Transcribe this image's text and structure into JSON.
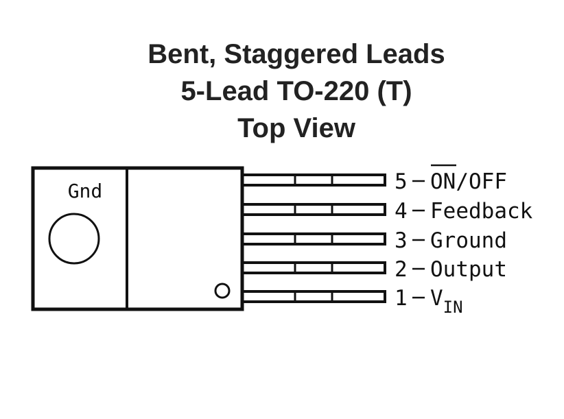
{
  "title": {
    "line1": "Bent, Staggered Leads",
    "line2": "5-Lead TO-220 (T)",
    "line3": "Top View"
  },
  "package": {
    "tab_label": "Gnd"
  },
  "pins": [
    {
      "number": "5",
      "name": "ON/OFF",
      "overbar": "ON",
      "rest": "/OFF"
    },
    {
      "number": "4",
      "name": "Feedback"
    },
    {
      "number": "3",
      "name": "Ground"
    },
    {
      "number": "2",
      "name": "Output"
    },
    {
      "number": "1",
      "name": "VIN",
      "main": "V",
      "subscript": "IN"
    }
  ],
  "colors": {
    "ink": "#111111",
    "title": "#222222",
    "background": "#ffffff"
  }
}
